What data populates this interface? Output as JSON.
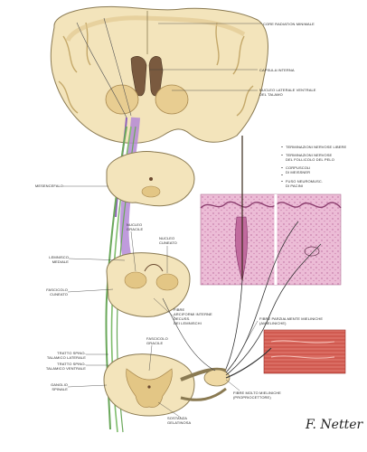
{
  "labels": {
    "corona_radiata": "CORE RADIATION MINIMALE",
    "capsula_interna": "CAPSULA INTERNA",
    "nucleo_laterale_1": "NUCLEO LATERALE VENTRALE",
    "nucleo_laterale_2": "DEL TALAMO",
    "mesencefalo": "MESENCEFALO",
    "lemnisco_1": "LEMNISCO",
    "lemnisco_2": "MEDIALE",
    "nucleo_gracile_1": "NUCLEO",
    "nucleo_gracile_2": "GRACILE",
    "nucleo_cuneato_1": "NUCLEO",
    "nucleo_cuneato_2": "CUNEATO",
    "fascicolo_cuneato_1": "FASCICOLO",
    "fascicolo_cuneato_2": "CUNEATO",
    "fascicolo_gracile_1": "FASCICOLO",
    "fascicolo_gracile_2": "GRACILE",
    "fibre_arciformi_1": "FIBRE",
    "fibre_arciformi_2": "ARCIFORMI INTERNE",
    "fibre_arciformi_3": "DECUSS.",
    "fibre_arciformi_4": "DEI LEMNISCHI",
    "tratto_laterale_1": "TRATTO SPINO-",
    "tratto_laterale_2": "TALAMICO LATERALE",
    "tratto_ventrale_1": "TRATTO SPINO-",
    "tratto_ventrale_2": "TALAMICO VENTRALE",
    "sostanza_gelatinosa_1": "SOSTANZA",
    "sostanza_gelatinosa_2": "GELATINOSA",
    "ganglio_1": "GANGLIO",
    "ganglio_2": "SPINALE",
    "fibre_amieliniche_1": "FIBRE PARZIALMENTE MIELINICHE",
    "fibre_amieliniche_2": "(AMIELINICHE)",
    "fibre_mieliniche_1": "FIBRE MOLTO MIELINICHE",
    "fibre_mieliniche_2": "(PROPRIOCETTORE)",
    "legend_1": "TERMINAZIONI NERVOSE LIBERE",
    "legend_2": "TERMINAZIONI NERVOSE",
    "legend_3": "DEL FOLLICOLO DEL PELO",
    "legend_4": "CORPUSCOLI",
    "legend_5": "DI MEISSNER",
    "legend_6": "FUSO NEUROMUSC.",
    "legend_7": "DI PACINI"
  },
  "signature": "F. Netter",
  "colors": {
    "brain_tissue": "#f2e2b6",
    "gray_matter": "#e8cf95",
    "tract_purple": "#b48ad6",
    "tract_green": "#6aa85a",
    "skin_pink": "#e2a6c6",
    "muscle_red": "#c5473f"
  }
}
